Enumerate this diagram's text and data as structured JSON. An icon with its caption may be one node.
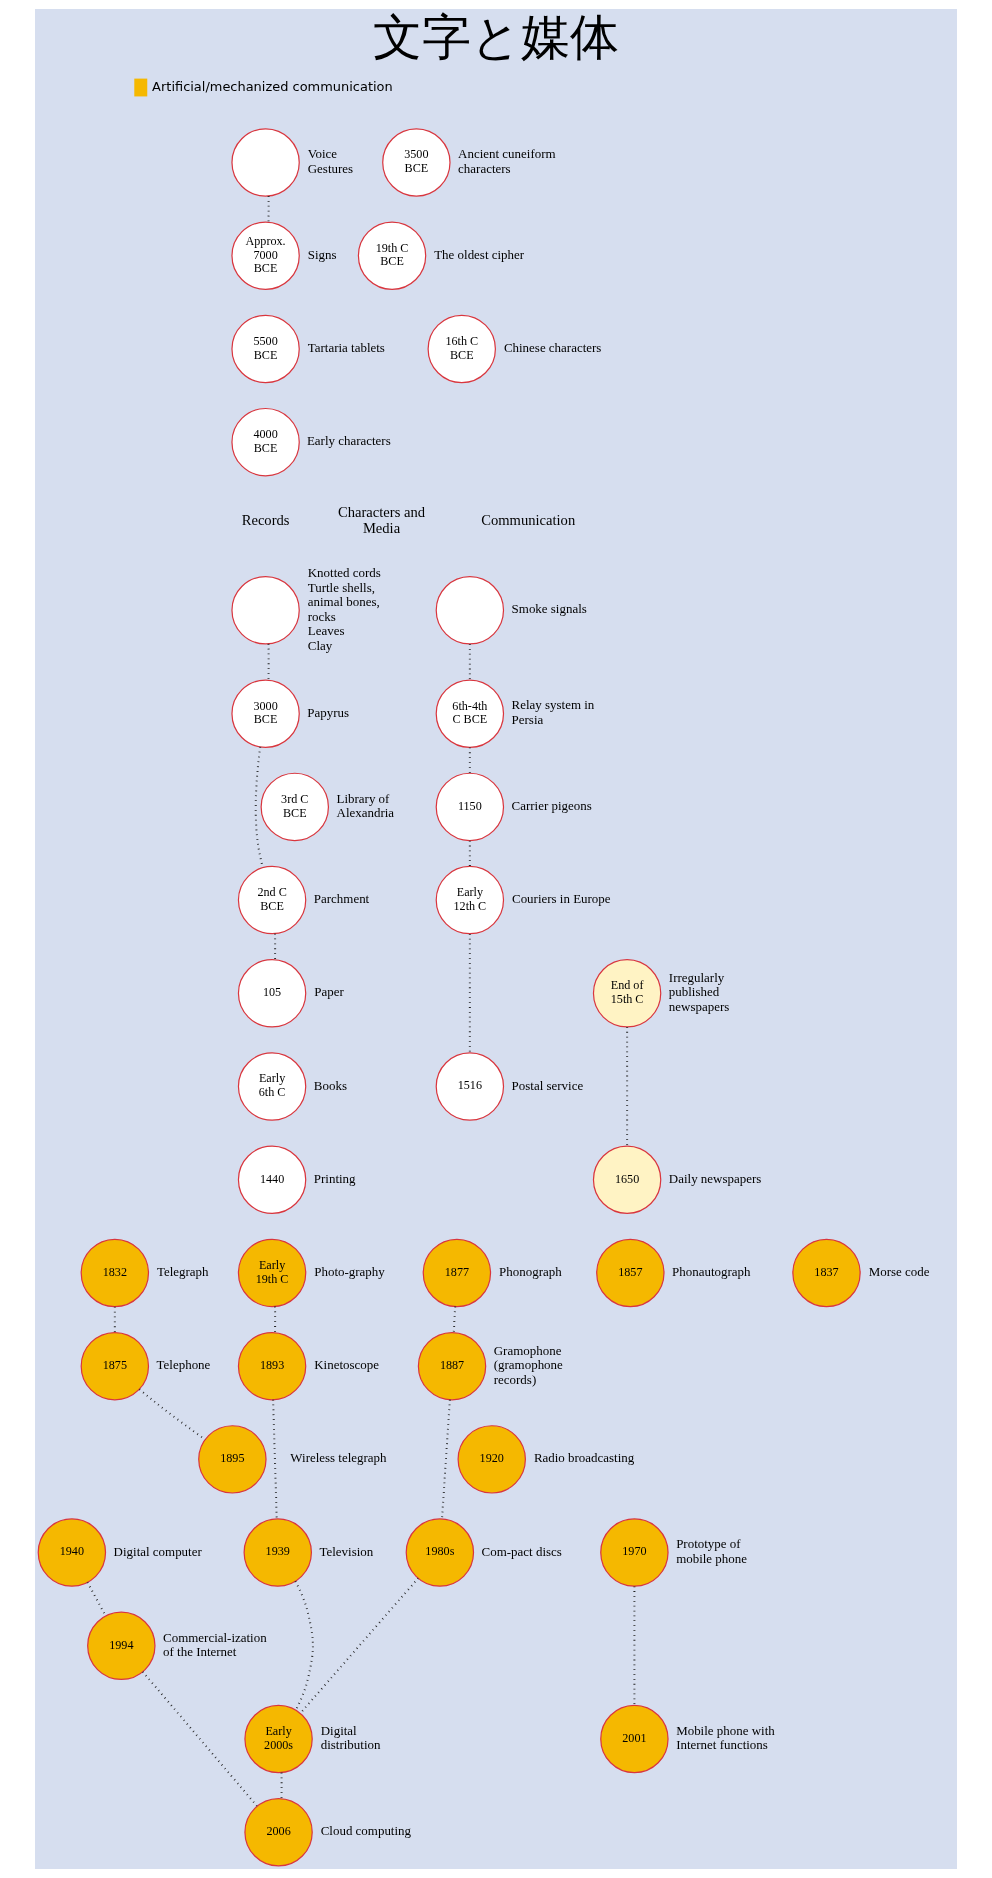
{
  "diagram": {
    "title": "文字と媒体",
    "nodes": [
      {
        "text": [],
        "shape": "circle",
        "beside": [
          "Voice",
          "Gestures"
        ]
      },
      {
        "text": [
          "Approx. 7000 BCE"
        ],
        "beside": [
          "Signs"
        ]
      },
      {
        "text": [
          "5500 BCE"
        ],
        "beside": [
          "Tartaria tablets"
        ]
      },
      {
        "text": [
          "4000 BCE"
        ],
        "beside": [
          "Early characters"
        ]
      },
      {
        "text": [
          "3500 BCE"
        ],
        "beside": [
          "Ancient cuneiform characters"
        ]
      },
      {
        "text": [
          "19th C BCE"
        ],
        "beside": [
          "The oldest cipher"
        ]
      },
      {
        "text": [
          "16th C BCE"
        ],
        "beside": [
          "Chinese characters"
        ]
      },
      {
        "text": [],
        "shape": "circle",
        "beside": [
          "Knotted cords",
          "Turtle shells, animal bones, rocks",
          "Leaves",
          "Clay"
        ]
      },
      {
        "text": [
          "3000 BCE"
        ],
        "beside": [
          "Papyrus"
        ]
      },
      {
        "text": [
          "3rd C BCE"
        ],
        "beside": [
          "Library of Alexandria"
        ]
      },
      {
        "text": [
          "2nd C BCE"
        ],
        "beside": [
          "Parchment"
        ]
      },
      {
        "text": [
          "105"
        ],
        "beside": [
          "Paper"
        ]
      },
      {
        "text": [
          "Early 6th C"
        ],
        "beside": [
          "Books"
        ]
      },
      {
        "text": [
          "1440"
        ],
        "beside": [
          "Printing"
        ]
      },
      {
        "text": [],
        "shape": "circle",
        "beside": [
          "Smoke signals"
        ]
      },
      {
        "text": [
          "6th-4th C BCE"
        ],
        "beside": [
          "Relay system in Persia"
        ]
      },
      {
        "text": [
          "1150"
        ],
        "beside": [
          "Carrier pigeons"
        ]
      },
      {
        "text": [
          "Early 12th C"
        ],
        "beside": [
          "Couriers in Europe"
        ]
      },
      {
        "text": [
          "End of 15th C"
        ],
        "beside": [
          "Irregularly published newspapers"
        ]
      },
      {
        "text": [
          "1516"
        ],
        "beside": [
          "Postal service"
        ]
      },
      {
        "text": [
          "1650"
        ],
        "beside": [
          "Daily newspapers"
        ]
      },
      {
        "text": [
          "Early 19th C"
        ],
        "beside": [
          "Photo-graphy"
        ]
      },
      {
        "text": [
          "1857"
        ],
        "beside": [
          "Phonautograph"
        ]
      },
      {
        "text": [
          "1877"
        ],
        "beside": [
          "Phonograph"
        ]
      },
      {
        "text": [
          "1832"
        ],
        "beside": [
          "Telegraph"
        ]
      },
      {
        "text": [
          "1837"
        ],
        "beside": [
          "Morse code"
        ]
      },
      {
        "text": [
          "1893"
        ],
        "beside": [
          "Kinetoscope"
        ]
      },
      {
        "text": [
          "1887"
        ],
        "beside": [
          "Gramophone (gramophone records)"
        ]
      },
      {
        "text": [
          "1875"
        ],
        "beside": [
          "Telephone"
        ]
      },
      {
        "text": [
          "1895"
        ],
        "beside": [
          "Wireless telegraph"
        ]
      },
      {
        "text": [
          "1920"
        ],
        "beside": [
          "Radio broadcasting"
        ]
      },
      {
        "text": [
          "1939"
        ],
        "beside": [
          "Television"
        ]
      },
      {
        "text": [
          "1980s"
        ],
        "beside": [
          "Com-pact discs"
        ]
      },
      {
        "text": [
          "1940"
        ],
        "beside": [
          "Digital computer"
        ]
      },
      {
        "text": [
          "1970"
        ],
        "beside": [
          "Prototype of mobile phone"
        ]
      },
      {
        "text": [
          "1994"
        ],
        "beside": [
          "Commercial-ization of the Internet"
        ]
      },
      {
        "text": [
          "Early 2000s"
        ],
        "beside": [
          "Digital distribution"
        ]
      },
      {
        "text": [
          "2001"
        ],
        "beside": [
          "Mobile phone with Internet functions"
        ]
      },
      {
        "text": [
          "2006"
        ],
        "beside": [
          "Cloud computing"
        ]
      }
    ],
    "edges": [
      {
        "from": 0,
        "to": 1,
        "arrow": "none"
      },
      {
        "from": 7,
        "to": 8,
        "arrow": "none"
      },
      {
        "from": 8,
        "to": 10,
        "arrow": "none"
      },
      {
        "from": 10,
        "to": 11,
        "arrow": "none"
      },
      {
        "from": 14,
        "to": 15,
        "arrow": "none"
      },
      {
        "from": 15,
        "to": 16,
        "arrow": "none"
      },
      {
        "from": 16,
        "to": 17,
        "arrow": "none"
      },
      {
        "from": 17,
        "to": 19,
        "arrow": "none"
      },
      {
        "from": 18,
        "to": 20,
        "arrow": "none"
      },
      {
        "from": 21,
        "to": 26,
        "arrow": "none"
      },
      {
        "from": 23,
        "to": 27,
        "arrow": "none"
      },
      {
        "from": 24,
        "to": 28,
        "arrow": "none"
      },
      {
        "from": 28,
        "to": 29,
        "arrow": "none"
      },
      {
        "from": 26,
        "to": 31,
        "arrow": "none"
      },
      {
        "from": 27,
        "to": 32,
        "arrow": "none"
      },
      {
        "from": 34,
        "to": 37,
        "arrow": "none"
      },
      {
        "from": 33,
        "to": 35,
        "arrow": "none"
      },
      {
        "from": 31,
        "to": 36,
        "arrow": "none"
      },
      {
        "from": 32,
        "to": 36,
        "arrow": "none"
      },
      {
        "from": 35,
        "to": 38,
        "arrow": "none"
      },
      {
        "from": 36,
        "to": 38,
        "arrow": "none"
      }
    ],
    "labels": [
      "Records",
      "Characters and Media",
      "Communication"
    ],
    "legend": [
      {
        "text": "Artificial/mechanized communication",
        "color": "#f5b800"
      }
    ]
  }
}
